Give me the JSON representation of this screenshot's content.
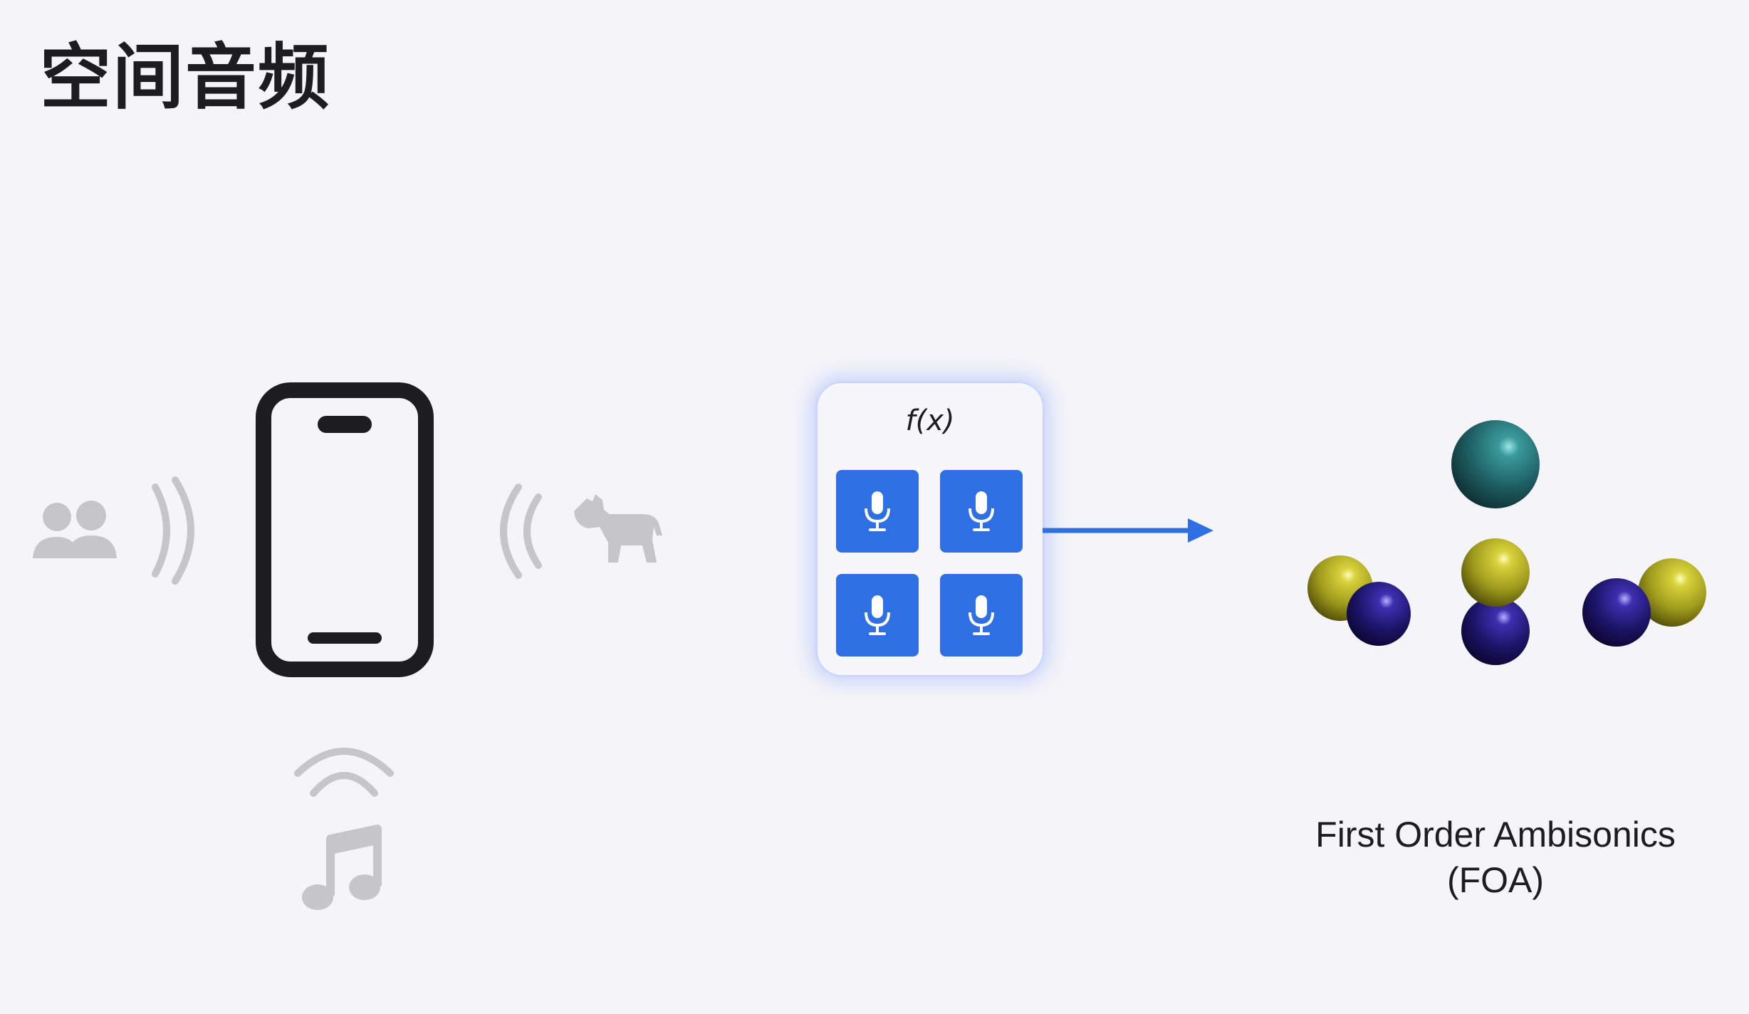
{
  "slide": {
    "title": "空间音频"
  },
  "processor": {
    "label": "f(x)",
    "mic_tiles": [
      {
        "icon": "microphone-icon"
      },
      {
        "icon": "microphone-icon"
      },
      {
        "icon": "microphone-icon"
      },
      {
        "icon": "microphone-icon"
      }
    ]
  },
  "output": {
    "label_line1": "First Order Ambisonics",
    "label_line2": "(FOA)"
  },
  "icons": {
    "people": "people-icon",
    "phone": "iphone-icon",
    "dog": "dog-icon",
    "music": "music-note-icon",
    "sound_waves": "sound-wave-icon"
  },
  "colors": {
    "background": "#f4f4f9",
    "accent_blue": "#2f6fe4",
    "icon_gray": "#c5c5ca",
    "phone_frame": "#1d1d1f",
    "sphere_teal": "#1e5f63",
    "sphere_yellow": "#b7b221",
    "sphere_navy": "#1c1466"
  }
}
